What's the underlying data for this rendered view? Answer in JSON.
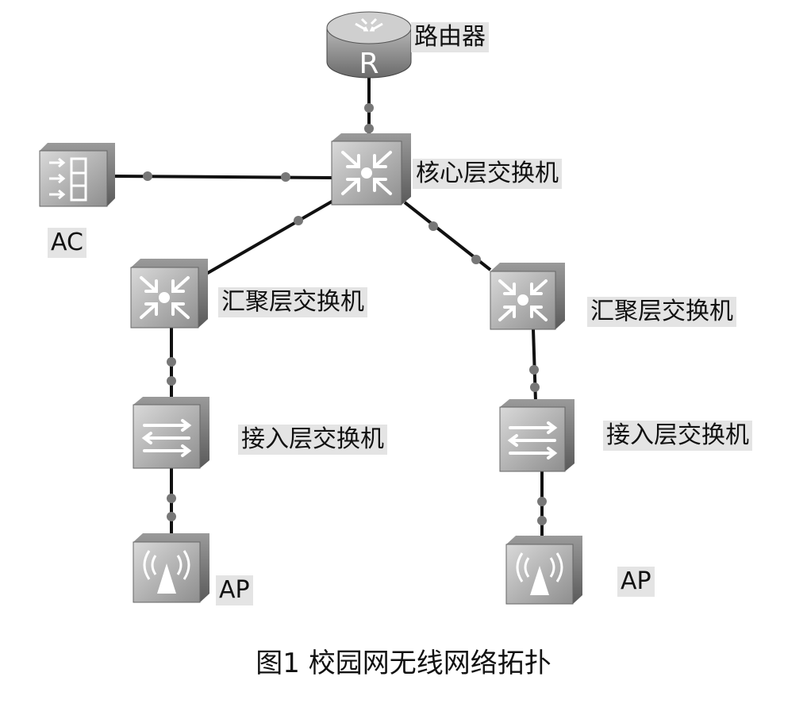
{
  "nodes": {
    "router": {
      "label": "路由器",
      "icon": "router-icon"
    },
    "core": {
      "label": "核心层交换机",
      "icon": "core-switch-icon"
    },
    "ac": {
      "label": "AC",
      "icon": "access-controller-icon"
    },
    "agg_left": {
      "label": "汇聚层交换机",
      "icon": "aggregation-switch-icon"
    },
    "agg_right": {
      "label": "汇聚层交换机",
      "icon": "aggregation-switch-icon"
    },
    "access_left": {
      "label": "接入层交换机",
      "icon": "access-switch-icon"
    },
    "access_right": {
      "label": "接入层交换机",
      "icon": "access-switch-icon"
    },
    "ap_left": {
      "label": "AP",
      "icon": "access-point-icon"
    },
    "ap_right": {
      "label": "AP",
      "icon": "access-point-icon"
    }
  },
  "links": [
    [
      "router",
      "core"
    ],
    [
      "ac",
      "core"
    ],
    [
      "core",
      "agg_left"
    ],
    [
      "core",
      "agg_right"
    ],
    [
      "agg_left",
      "access_left"
    ],
    [
      "agg_right",
      "access_right"
    ],
    [
      "access_left",
      "ap_left"
    ],
    [
      "access_right",
      "ap_right"
    ]
  ],
  "caption": "图1  校园网无线网络拓扑"
}
